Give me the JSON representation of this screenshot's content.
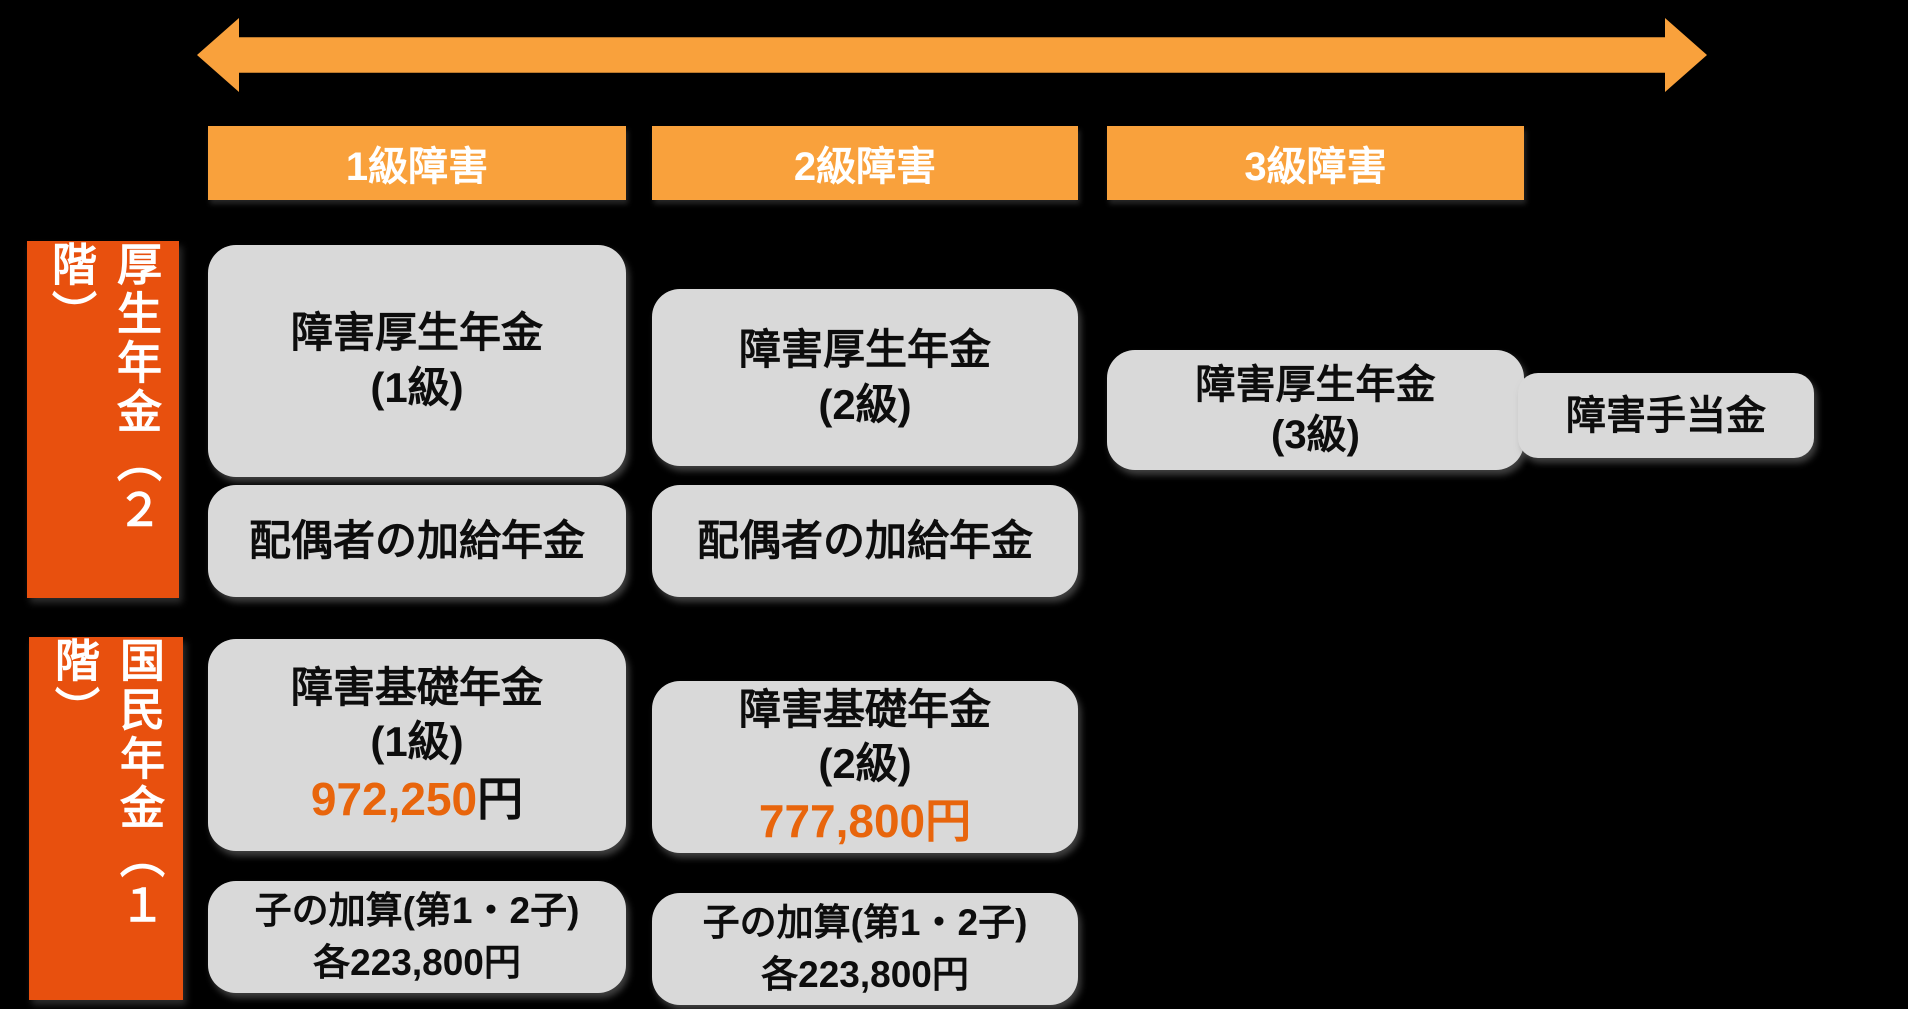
{
  "colors": {
    "accent_light": "#F9A13C",
    "accent_dark": "#E8500E",
    "box_gray": "#D9D9D9",
    "amount_orange": "#E8650C",
    "background": "#000000"
  },
  "arrow": {
    "description": "bidirectional-range-arrow"
  },
  "headers": [
    {
      "label": "1級障害"
    },
    {
      "label": "2級障害"
    },
    {
      "label": "3級障害"
    }
  ],
  "row_labels": [
    {
      "label": "厚生年金（２階）"
    },
    {
      "label": "国民年金（１階）"
    }
  ],
  "grid": {
    "row1": [
      {
        "title": "障害厚生年金",
        "sub": "(1級)"
      },
      {
        "title": "障害厚生年金",
        "sub": "(2級)"
      },
      {
        "title": "障害厚生年金",
        "sub": "(3級)"
      }
    ],
    "benefit_box": {
      "title": "障害手当金"
    },
    "row2": [
      {
        "title": "配偶者の加給年金"
      },
      {
        "title": "配偶者の加給年金"
      }
    ],
    "row3": [
      {
        "title": "障害基礎年金",
        "sub": "(1級)",
        "amount_orange": "972,250",
        "amount_black": "円"
      },
      {
        "title": "障害基礎年金",
        "sub": "(2級)",
        "amount_orange": "777,800円",
        "amount_black": ""
      }
    ],
    "row4": [
      {
        "line1": "子の加算(第1・2子)",
        "line2": "各223,800円"
      },
      {
        "line1": "子の加算(第1・2子)",
        "line2": "各223,800円"
      }
    ]
  }
}
